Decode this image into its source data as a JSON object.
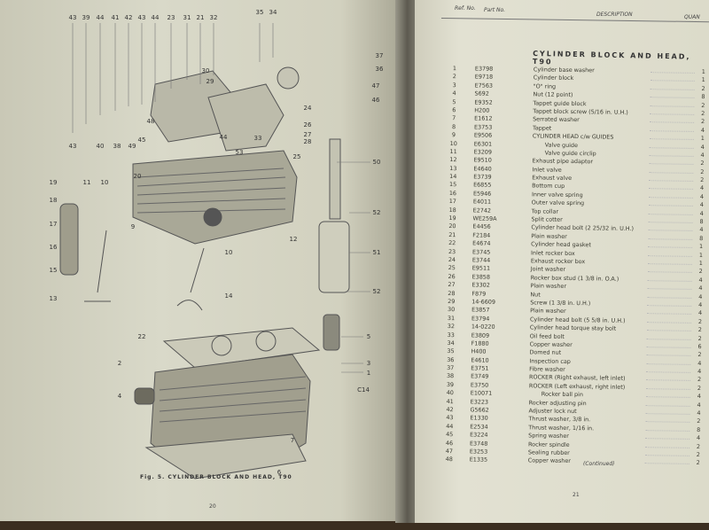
{
  "left_page": {
    "caption": "Fig. 5.  CYLINDER BLOCK AND HEAD, T90",
    "page_number": "20",
    "callouts": [
      "43",
      "39",
      "44",
      "41",
      "42",
      "43",
      "44",
      "23",
      "31",
      "21",
      "32",
      "35",
      "34",
      "37",
      "36",
      "47",
      "46",
      "30",
      "29",
      "24",
      "26",
      "27",
      "28",
      "33",
      "53",
      "25",
      "50",
      "20",
      "19",
      "11",
      "10",
      "18",
      "9",
      "17",
      "16",
      "52",
      "12",
      "10",
      "51",
      "15",
      "14",
      "13",
      "52",
      "22",
      "5",
      "2",
      "3",
      "1",
      "4",
      "C14",
      "7",
      "6",
      "43",
      "40",
      "38",
      "49",
      "45",
      "48",
      "44"
    ]
  },
  "right_page": {
    "headers": {
      "ref": "Ref. No.",
      "part": "Part No.",
      "description": "DESCRIPTION",
      "quantity": "QUAN"
    },
    "title": "CYLINDER BLOCK AND HEAD, T90",
    "rows": [
      {
        "ref": "1",
        "part": "E3798",
        "desc": "Cylinder base washer",
        "qty": "1"
      },
      {
        "ref": "2",
        "part": "E9718",
        "desc": "Cylinder block",
        "qty": "1"
      },
      {
        "ref": "3",
        "part": "E7563",
        "desc": "\"O\" ring",
        "qty": "2"
      },
      {
        "ref": "4",
        "part": "S692",
        "desc": "Nut (12 point)",
        "qty": "8"
      },
      {
        "ref": "5",
        "part": "E9352",
        "desc": "Tappet guide block",
        "qty": "2"
      },
      {
        "ref": "6",
        "part": "H200",
        "desc": "Tappet block screw (5/16 in. U.H.)",
        "qty": "2"
      },
      {
        "ref": "7",
        "part": "E1612",
        "desc": "Serrated washer",
        "qty": "2"
      },
      {
        "ref": "8",
        "part": "E3753",
        "desc": "Tappet",
        "qty": "4"
      },
      {
        "ref": "9",
        "part": "E9506",
        "desc": "CYLINDER HEAD c/w GUIDES",
        "qty": "1"
      },
      {
        "ref": "10",
        "part": "E6301",
        "desc": "Valve guide",
        "qty": "4",
        "indent": 1
      },
      {
        "ref": "11",
        "part": "E3209",
        "desc": "Valve guide circlip",
        "qty": "4",
        "indent": 1
      },
      {
        "ref": "12",
        "part": "E9510",
        "desc": "Exhaust pipe adaptor",
        "qty": "2"
      },
      {
        "ref": "13",
        "part": "E4640",
        "desc": "Inlet valve",
        "qty": "2"
      },
      {
        "ref": "14",
        "part": "E3739",
        "desc": "Exhaust valve",
        "qty": "2"
      },
      {
        "ref": "15",
        "part": "E6855",
        "desc": "Bottom cup",
        "qty": "4"
      },
      {
        "ref": "16",
        "part": "E5946",
        "desc": "Inner valve spring",
        "qty": "4"
      },
      {
        "ref": "17",
        "part": "E4011",
        "desc": "Outer valve spring",
        "qty": "4"
      },
      {
        "ref": "18",
        "part": "E2742",
        "desc": "Top collar",
        "qty": "4"
      },
      {
        "ref": "19",
        "part": "WE259A",
        "desc": "Split cotter",
        "qty": "8"
      },
      {
        "ref": "20",
        "part": "E4456",
        "desc": "Cylinder head bolt (2 25/32 in. U.H.)",
        "qty": "4"
      },
      {
        "ref": "21",
        "part": "F2184",
        "desc": "Plain washer",
        "qty": "8"
      },
      {
        "ref": "22",
        "part": "E4674",
        "desc": "Cylinder head gasket",
        "qty": "1"
      },
      {
        "ref": "23",
        "part": "E3745",
        "desc": "Inlet rocker box",
        "qty": "1"
      },
      {
        "ref": "24",
        "part": "E3744",
        "desc": "Exhaust rocker box",
        "qty": "1"
      },
      {
        "ref": "25",
        "part": "E9511",
        "desc": "Joint washer",
        "qty": "2"
      },
      {
        "ref": "26",
        "part": "E3858",
        "desc": "Rocker box stud (1 3/8 in. O.A.)",
        "qty": "4"
      },
      {
        "ref": "27",
        "part": "E3302",
        "desc": "Plain washer",
        "qty": "4"
      },
      {
        "ref": "28",
        "part": "F879",
        "desc": "Nut",
        "qty": "4"
      },
      {
        "ref": "29",
        "part": "14-6609",
        "desc": "Screw (1 3/8 in. U.H.)",
        "qty": "4"
      },
      {
        "ref": "30",
        "part": "E3857",
        "desc": "Plain washer",
        "qty": "4"
      },
      {
        "ref": "31",
        "part": "E3794",
        "desc": "Cylinder head bolt (5 5/8 in. U.H.)",
        "qty": "2"
      },
      {
        "ref": "32",
        "part": "14-0220",
        "desc": "Cylinder head torque stay bolt",
        "qty": "2"
      },
      {
        "ref": "33",
        "part": "E3809",
        "desc": "Oil feed bolt",
        "qty": "2"
      },
      {
        "ref": "34",
        "part": "F1880",
        "desc": "Copper washer",
        "qty": "6"
      },
      {
        "ref": "35",
        "part": "H400",
        "desc": "Domed nut",
        "qty": "2"
      },
      {
        "ref": "36",
        "part": "E4610",
        "desc": "Inspection cap",
        "qty": "4"
      },
      {
        "ref": "37",
        "part": "E3751",
        "desc": "Fibre washer",
        "qty": "4"
      },
      {
        "ref": "38",
        "part": "E3749",
        "desc": "ROCKER (Right exhaust, left inlet)",
        "qty": "2"
      },
      {
        "ref": "39",
        "part": "E3750",
        "desc": "ROCKER (Left exhaust, right inlet)",
        "qty": "2"
      },
      {
        "ref": "40",
        "part": "E10071",
        "desc": "Rocker ball pin",
        "qty": "4",
        "indent": 1
      },
      {
        "ref": "41",
        "part": "E3223",
        "desc": "Rocker adjusting pin",
        "qty": "4"
      },
      {
        "ref": "42",
        "part": "G5662",
        "desc": "Adjuster lock nut",
        "qty": "4"
      },
      {
        "ref": "43",
        "part": "E1330",
        "desc": "Thrust washer, 3/8 in.",
        "qty": "2"
      },
      {
        "ref": "44",
        "part": "E2534",
        "desc": "Thrust washer, 1/16 in.",
        "qty": "8"
      },
      {
        "ref": "45",
        "part": "E3224",
        "desc": "Spring washer",
        "qty": "4"
      },
      {
        "ref": "46",
        "part": "E3748",
        "desc": "Rocker spindle",
        "qty": "2"
      },
      {
        "ref": "47",
        "part": "E3253",
        "desc": "Sealing rubber",
        "qty": "2"
      },
      {
        "ref": "48",
        "part": "E1335",
        "desc": "Copper washer",
        "qty": "2"
      }
    ],
    "continued": "(Continued)",
    "page_number": "21"
  }
}
